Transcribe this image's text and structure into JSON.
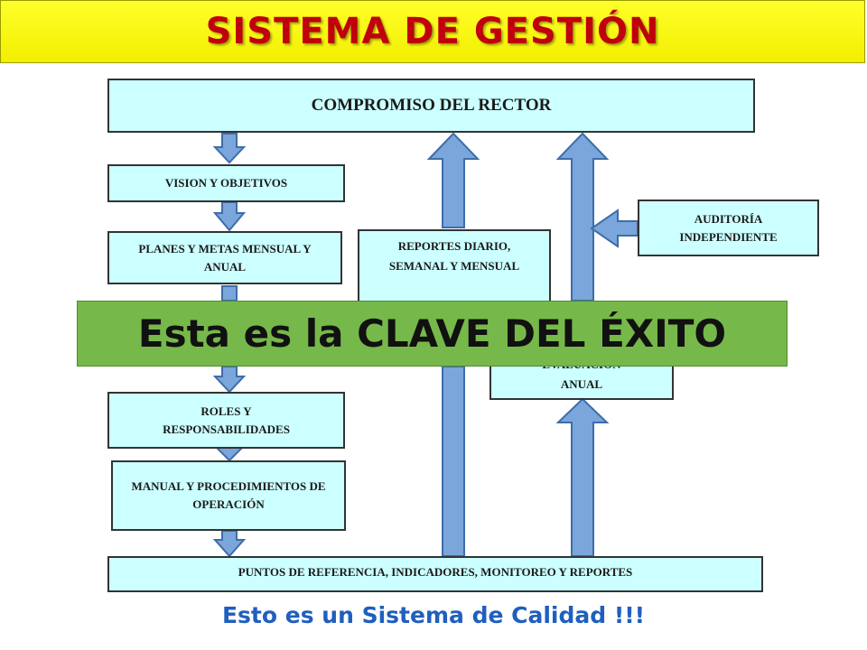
{
  "header": {
    "title": "SISTEMA DE GESTIÓN"
  },
  "boxes": {
    "compromiso": "COMPROMISO DEL RECTOR",
    "vision": "VISION Y OBJETIVOS",
    "planes": "PLANES Y METAS MENSUAL Y ANUAL",
    "reportes": "REPORTES DIARIO, SEMANAL Y MENSUAL",
    "auditoria": "AUDITORÍA INDEPENDIENTE",
    "evaluacion": "EVALUACIÓN ANUAL",
    "roles": "ROLES Y RESPONSABILIDADES",
    "manual": "MANUAL Y PROCEDIMIENTOS DE OPERACIÓN",
    "puntos": "PUNTOS DE REFERENCIA, INDICADORES, MONITOREO Y REPORTES"
  },
  "banner": {
    "text": "Esta es la CLAVE DEL ÉXITO"
  },
  "footer": {
    "text": "Esto es un Sistema de Calidad  !!!"
  },
  "colors": {
    "title_bg": "#ffff00",
    "title_text": "#c0000c",
    "box_fill": "#ccffff",
    "arrow_fill": "#7aa6db",
    "arrow_stroke": "#3e6da8",
    "banner_bg": "#76b94a",
    "footer_text": "#1f5fbf"
  }
}
